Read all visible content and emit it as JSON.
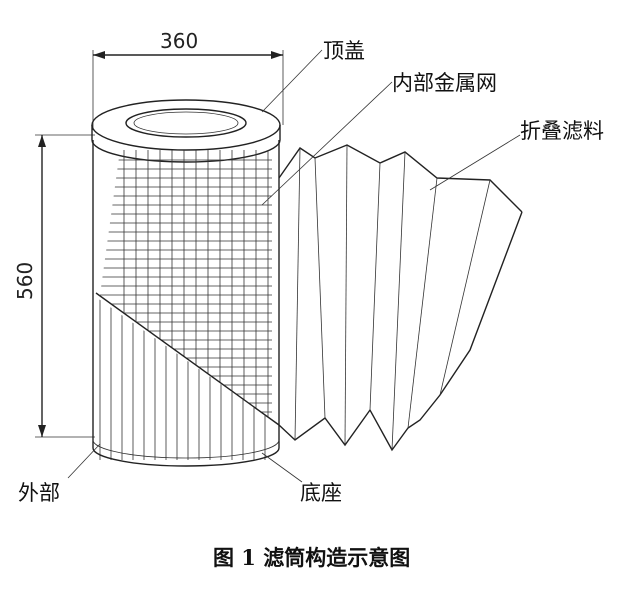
{
  "dimensions": {
    "diameter": "360",
    "height": "560"
  },
  "labels": {
    "top_cover": "顶盖",
    "inner_mesh": "内部金属网",
    "pleated_media": "折叠滤料",
    "outer": "外部",
    "base": "底座"
  },
  "caption": "图 1 滤筒构造示意图",
  "colors": {
    "line": "#222222",
    "background": "#ffffff"
  }
}
